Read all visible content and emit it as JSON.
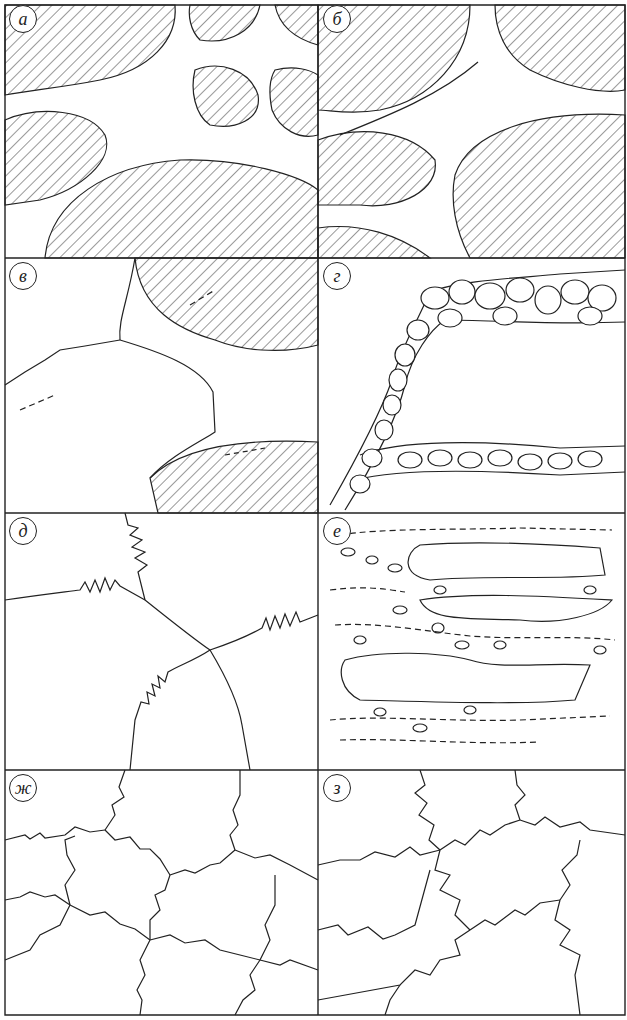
{
  "diagram": {
    "nodes": [
      {
        "text": [
          "а"
        ]
      },
      {
        "text": [
          "б"
        ]
      },
      {
        "text": [
          "в"
        ]
      },
      {
        "text": [
          "г"
        ]
      },
      {
        "text": [
          "д"
        ]
      },
      {
        "text": [
          "е"
        ]
      },
      {
        "text": [
          "ж"
        ]
      },
      {
        "text": [
          "з"
        ]
      }
    ]
  }
}
